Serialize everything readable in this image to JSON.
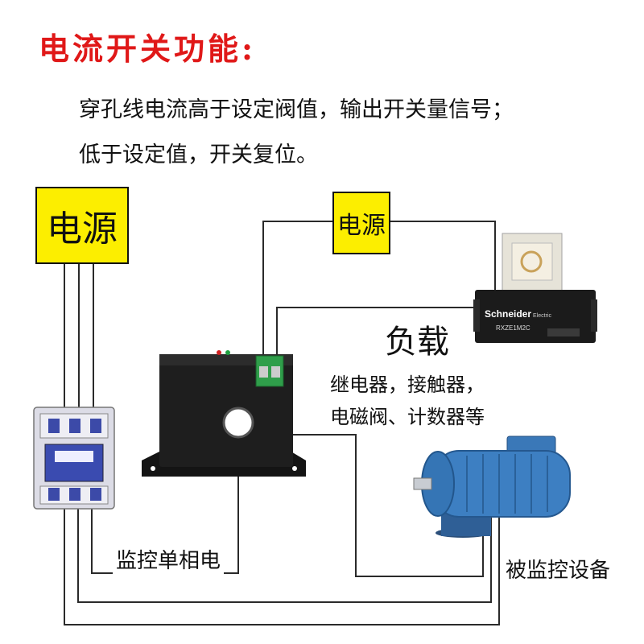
{
  "title": "电流开关功能:",
  "description": {
    "line1": "穿孔线电流高于设定阀值，输出开关量信号；",
    "line2": "低于设定值，开关复位。"
  },
  "power_left": {
    "label": "电源"
  },
  "power_mid": {
    "label": "电源"
  },
  "load": {
    "title": "负载",
    "desc_line1": "继电器，接触器，",
    "desc_line2": "电磁阀、计数器等"
  },
  "relay": {
    "brand": "Schneider",
    "brand_sub": "Electric",
    "model": "RXZE1M2C"
  },
  "monitor_label": "监控单相电",
  "equipment_label": "被监控设备",
  "colors": {
    "title": "#e01818",
    "power_box": "#fcee00",
    "wire": "#222222",
    "sensor_body": "#1c1c1c",
    "terminal": "#2f9e4a",
    "motor": "#3a78b8",
    "contactor": "#e6e6ee"
  }
}
